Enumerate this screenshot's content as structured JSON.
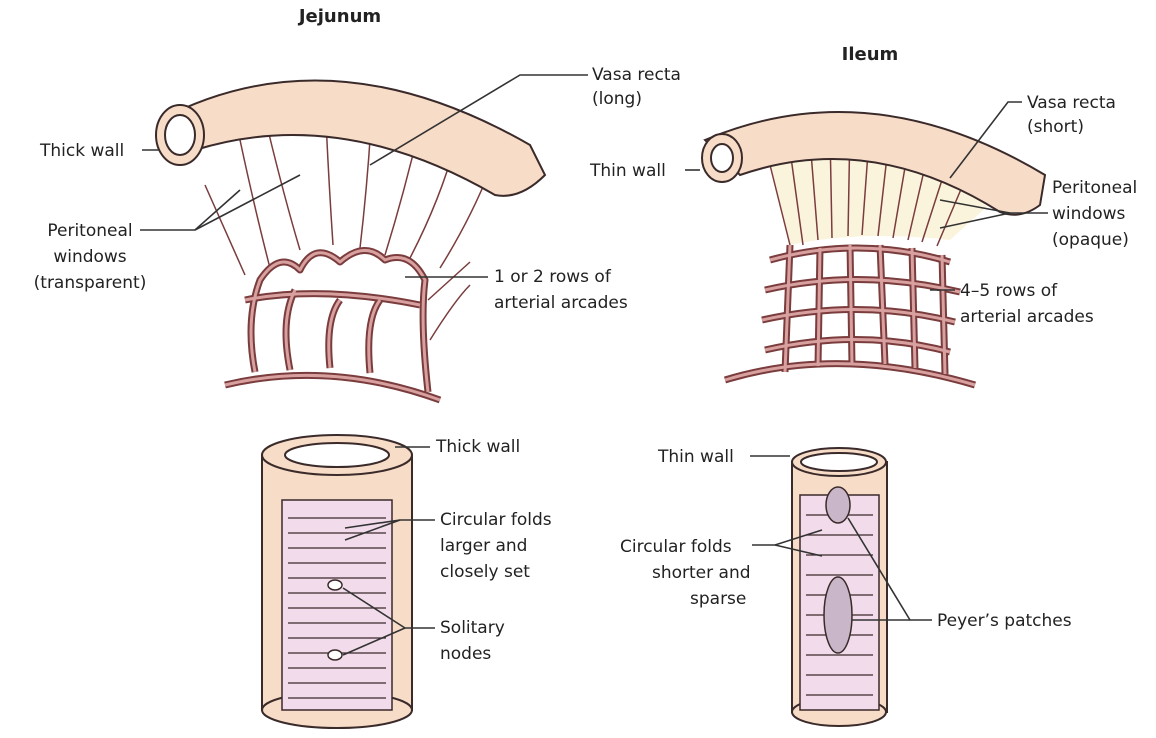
{
  "jejunum": {
    "title": "Jejunum",
    "labels": {
      "thick_wall": "Thick wall",
      "vasa_recta": [
        "Vasa recta",
        "(long)"
      ],
      "peritoneal_windows": [
        "Peritoneal",
        "windows",
        "(transparent)"
      ],
      "arcades": [
        "1 or 2 rows of",
        "arterial arcades"
      ],
      "tube_thick_wall": "Thick wall",
      "circular_folds": [
        "Circular folds",
        "larger and",
        "closely set"
      ],
      "solitary_nodes": [
        "Solitary",
        "nodes"
      ]
    }
  },
  "ileum": {
    "title": "Ileum",
    "labels": {
      "thin_wall": "Thin wall",
      "vasa_recta": [
        "Vasa recta",
        "(short)"
      ],
      "peritoneal_windows": [
        "Peritoneal",
        "windows",
        "(opaque)"
      ],
      "arcades": [
        "4–5 rows of",
        "arterial arcades"
      ],
      "tube_thin_wall": "Thin wall",
      "circular_folds": [
        "Circular folds",
        "shorter and",
        "sparse"
      ],
      "peyers_patches": "Peyer’s patches"
    }
  },
  "colors": {
    "intestine_fill": "#f7dcc8",
    "intestine_stroke": "#3a2a2a",
    "vessel": "#7a3c3c",
    "arcade_inner": "#d9a0a0",
    "mucosa": "#f2dcec",
    "opaque_window": "#fbf4dc",
    "patch": "#c9b7c9"
  }
}
